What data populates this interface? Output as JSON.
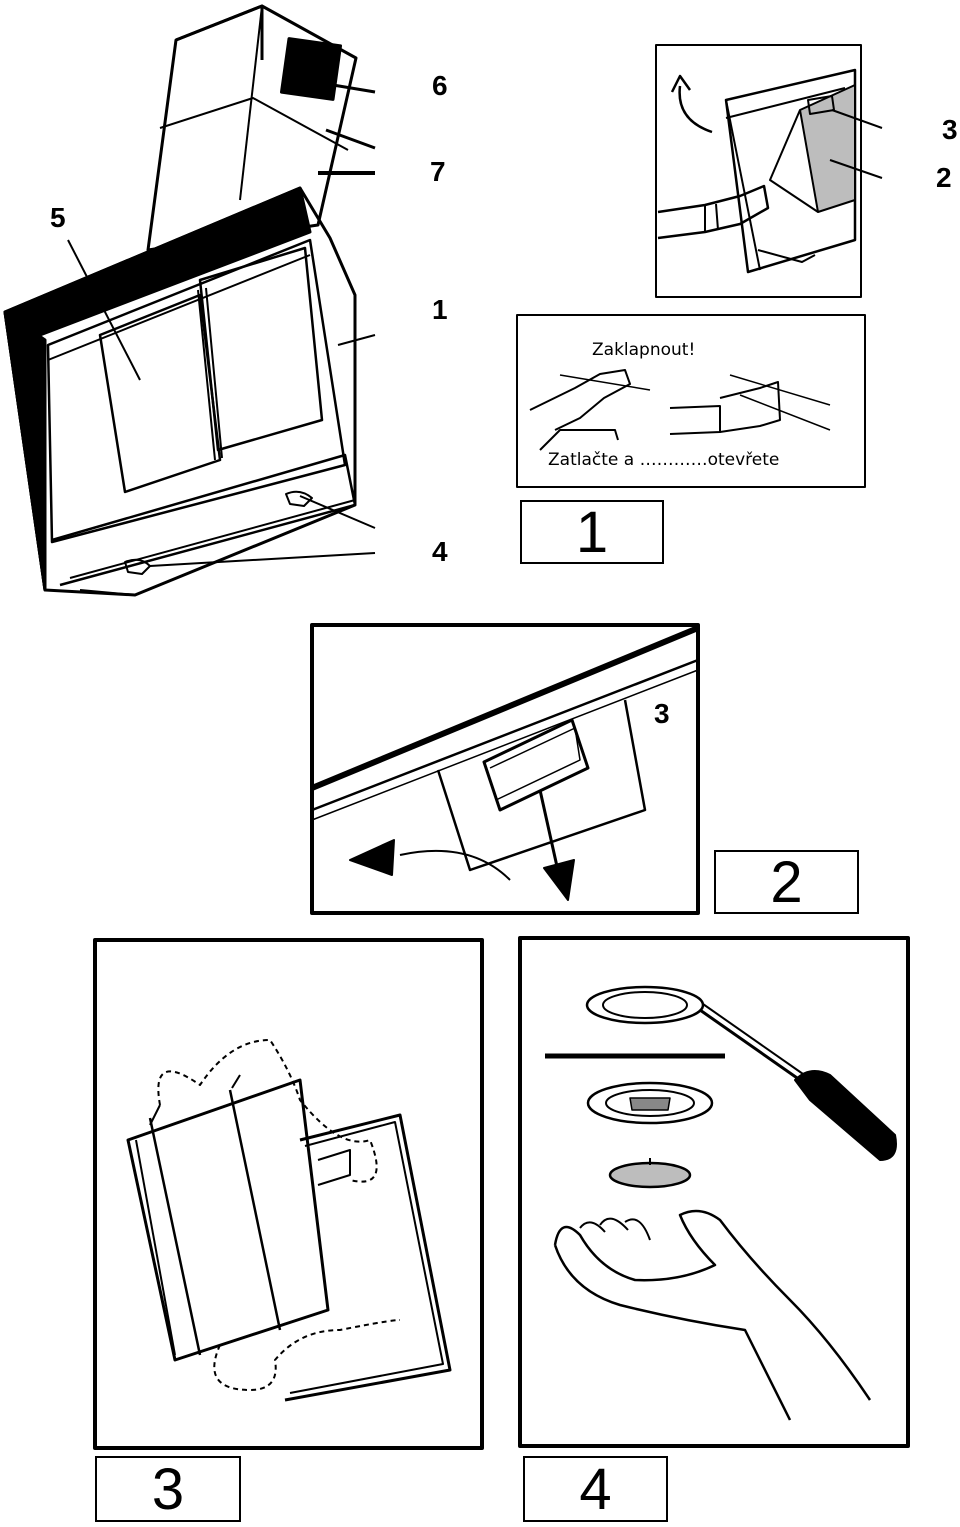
{
  "callouts": {
    "n6": "6",
    "n7": "7",
    "n5": "5",
    "n1": "1",
    "n4": "4",
    "n3": "3",
    "n2": "2",
    "n3b": "3"
  },
  "panel_labels": {
    "p1": "1",
    "p2": "2",
    "p3": "3",
    "p4": "4"
  },
  "captions": {
    "top": "Zaklapnout!",
    "bottom": "Zatlačte a …………otevřete"
  },
  "colors": {
    "ink": "#000000",
    "filter_grey": "#bdbdbd",
    "background": "#ffffff"
  }
}
